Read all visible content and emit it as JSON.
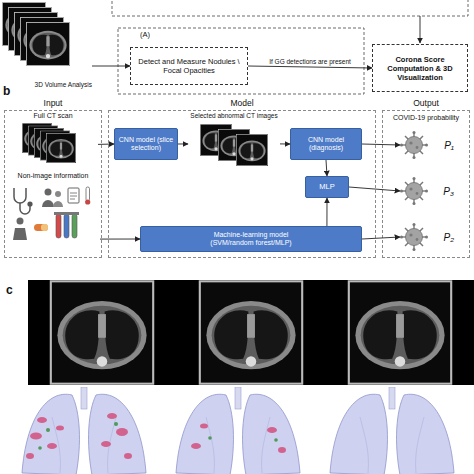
{
  "diagram": {
    "nodes": [
      {
        "text": [
          "3D Volume Analysis"
        ]
      },
      {
        "text": [
          "Detect and Measure Nodules \\ Focal Opacities"
        ]
      },
      {
        "text": [
          "Corona Score Computation & 3D Visualization"
        ]
      },
      {
        "text": [
          "Input"
        ]
      },
      {
        "text": [
          "Full CT scan"
        ],
        "in": 3
      },
      {
        "text": [
          "Non-image information"
        ],
        "in": 3
      },
      {
        "text": [
          "Model"
        ]
      },
      {
        "text": [
          "CNN model (slice selection)"
        ],
        "in": 6
      },
      {
        "text": [
          "Selected abnormal CT images"
        ],
        "in": 6
      },
      {
        "text": [
          "CNN model (diagnosis)"
        ],
        "in": 6
      },
      {
        "text": [
          "MLP"
        ],
        "in": 6
      },
      {
        "text": [
          "Machine-learning model (SVM/random forest/MLP)"
        ],
        "in": 6
      },
      {
        "text": [
          "Output",
          "COVID-19 probability"
        ]
      },
      {
        "text": [
          "P₁"
        ],
        "in": 12
      },
      {
        "text": [
          "P₃"
        ],
        "in": 12
      },
      {
        "text": [
          "P₂"
        ],
        "in": 12
      }
    ],
    "edges": [
      {
        "from": 0,
        "to": 1,
        "arrow": "to"
      },
      {
        "from": 1,
        "to": 2,
        "label": "If GG detections are present",
        "arrow": "to"
      },
      {
        "from": 4,
        "to": 7,
        "arrow": "to"
      },
      {
        "from": 7,
        "to": 8,
        "arrow": "to"
      },
      {
        "from": 8,
        "to": 9,
        "arrow": "to"
      },
      {
        "from": 9,
        "to": 13,
        "arrow": "to"
      },
      {
        "from": 9,
        "to": 10,
        "arrow": "to"
      },
      {
        "from": 10,
        "to": 14,
        "arrow": "to"
      },
      {
        "from": 5,
        "to": 11,
        "arrow": "to"
      },
      {
        "from": 11,
        "to": 10,
        "arrow": "to"
      },
      {
        "from": 11,
        "to": 15,
        "arrow": "to"
      }
    ],
    "labels": [
      "(A)",
      "b",
      "c"
    ]
  }
}
